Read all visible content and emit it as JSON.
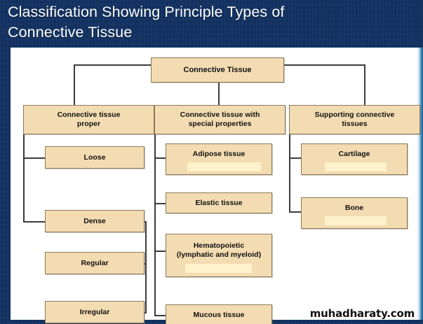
{
  "slide": {
    "title": "Classification Showing Principle Types of\nConnective Tissue",
    "watermark": "muhadharaty.com",
    "background_color": "#123262",
    "panel_color": "#ffffff",
    "node_fill_color": "#f3dcb2",
    "node_border_color": "#8a7a5e",
    "node_highlight_color": "#fdf2cc",
    "connector_color": "#3c3c3c",
    "title_color": "#ffffff"
  },
  "chart_data": {
    "type": "diagram",
    "title": "Classification Showing Principle Types of Connective Tissue",
    "root": "Connective Tissue",
    "nodes": [
      {
        "id": "root",
        "label": "Connective Tissue",
        "level": 0,
        "parent": null
      },
      {
        "id": "proper",
        "label": "Connective tissue\nproper",
        "level": 1,
        "parent": "root"
      },
      {
        "id": "special",
        "label": "Connective tissue with\nspecial properties",
        "level": 1,
        "parent": "root"
      },
      {
        "id": "supporting",
        "label": "Supporting connective\ntissues",
        "level": 1,
        "parent": "root"
      },
      {
        "id": "loose",
        "label": "Loose",
        "level": 2,
        "parent": "proper"
      },
      {
        "id": "dense",
        "label": "Dense",
        "level": 2,
        "parent": "proper"
      },
      {
        "id": "regular",
        "label": "Regular",
        "level": 3,
        "parent": "dense"
      },
      {
        "id": "irregular",
        "label": "Irregular",
        "level": 3,
        "parent": "dense"
      },
      {
        "id": "adipose",
        "label": "Adipose tissue",
        "level": 2,
        "parent": "special"
      },
      {
        "id": "elastic",
        "label": "Elastic tissue",
        "level": 2,
        "parent": "special"
      },
      {
        "id": "hematopoietic",
        "label": "Hematopoietic\n(lymphatic and myeloid)",
        "level": 2,
        "parent": "special"
      },
      {
        "id": "mucous",
        "label": "Mucous tissue",
        "level": 2,
        "parent": "special"
      },
      {
        "id": "cartilage",
        "label": "Cartilage",
        "level": 2,
        "parent": "supporting"
      },
      {
        "id": "bone",
        "label": "Bone",
        "level": 2,
        "parent": "supporting"
      }
    ],
    "columns": [
      {
        "heading": "Connective tissue proper",
        "items": [
          "Loose",
          "Dense",
          "Regular",
          "Irregular"
        ]
      },
      {
        "heading": "Connective tissue with special properties",
        "items": [
          "Adipose tissue",
          "Elastic tissue",
          "Hematopoietic (lymphatic and myeloid)",
          "Mucous tissue"
        ]
      },
      {
        "heading": "Supporting connective tissues",
        "items": [
          "Cartilage",
          "Bone"
        ]
      }
    ]
  },
  "labels": {
    "root": "Connective Tissue",
    "proper": "Connective tissue\nproper",
    "special": "Connective tissue with\nspecial properties",
    "supporting": "Supporting connective\ntissues",
    "loose": "Loose",
    "dense": "Dense",
    "regular": "Regular",
    "irregular": "Irregular",
    "adipose": "Adipose tissue",
    "elastic": "Elastic tissue",
    "hematopoietic": "Hematopoietic\n(lymphatic and myeloid)",
    "mucous": "Mucous tissue",
    "cartilage": "Cartilage",
    "bone": "Bone"
  }
}
